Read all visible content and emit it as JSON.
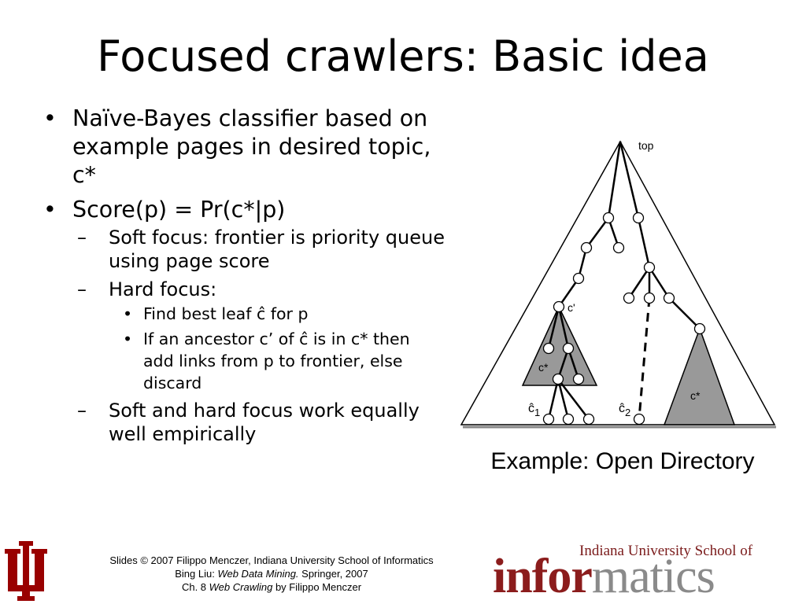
{
  "title": "Focused crawlers: Basic idea",
  "bullets": {
    "b1": "Naïve-Bayes classifier based on example pages in desired topic, c*",
    "b2": "Score(p) = Pr(c*|p)",
    "b2_sub": {
      "soft": "Soft focus: frontier is priority queue using page score",
      "hard": "Hard focus:",
      "hard_sub": {
        "h1": "Find best leaf ĉ for p",
        "h2": "If an ancestor c’ of ĉ is in c* then add links from p to frontier, else discard"
      },
      "both": "Soft and hard focus work equally well empirically"
    }
  },
  "diagram": {
    "label_top": "top",
    "label_cprime": "c'",
    "label_cstar_left": "c*",
    "label_cstar_right": "c*",
    "label_c1": "ĉ",
    "label_c1_sub": "1",
    "label_c2": "ĉ",
    "label_c2_sub": "2"
  },
  "caption": "Example: Open Directory",
  "footer": {
    "line1": "Slides © 2007 Filippo Menczer, Indiana University School of Informatics",
    "line2_pre": "Bing Liu: ",
    "line2_em": "Web Data Mining.",
    "line2_post": " Springer, 2007",
    "line3_pre": "Ch. 8 ",
    "line3_em": "Web Crawling",
    "line3_post": " by Filippo Menczer"
  },
  "logo": {
    "school": "Indiana University School of",
    "word_a": "infor",
    "word_b": "matics"
  },
  "colors": {
    "iu_crimson": "#990000",
    "informatics_red": "#8b1c1c",
    "informatics_gray": "#8a8a8a",
    "subtree_gray": "#999999"
  }
}
